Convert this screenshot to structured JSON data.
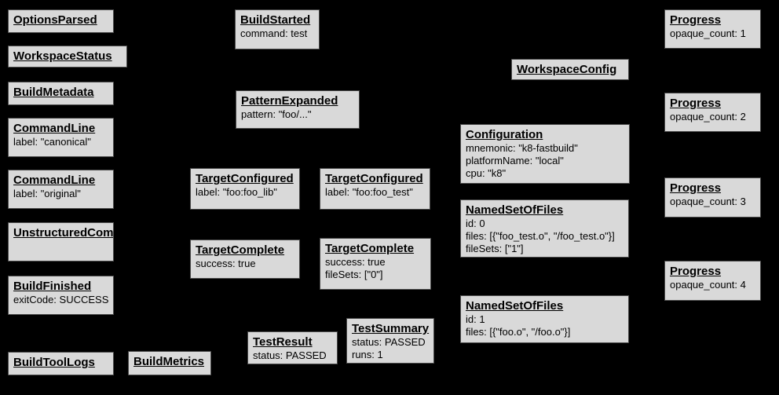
{
  "diagram": {
    "name": "build-event-protocol-graph",
    "colors": {
      "background": "#000000",
      "box_fill": "#d9d9d9",
      "box_border": "#4b4b4b",
      "text": "#000000"
    },
    "boxes": [
      {
        "title": "OptionsParsed",
        "lines": []
      },
      {
        "title": "WorkspaceStatus",
        "lines": []
      },
      {
        "title": "BuildMetadata",
        "lines": []
      },
      {
        "title": "CommandLine",
        "lines": [
          "label: \"canonical\""
        ]
      },
      {
        "title": "CommandLine",
        "lines": [
          "label: \"original\""
        ]
      },
      {
        "title": "UnstructuredCommandLine",
        "lines": []
      },
      {
        "title": "BuildFinished",
        "lines": [
          "exitCode: SUCCESS"
        ]
      },
      {
        "title": "BuildToolLogs",
        "lines": []
      },
      {
        "title": "BuildMetrics",
        "lines": []
      },
      {
        "title": "BuildStarted",
        "lines": [
          "command: test"
        ]
      },
      {
        "title": "PatternExpanded",
        "lines": [
          "pattern: \"foo/...\""
        ]
      },
      {
        "title": "TargetConfigured",
        "lines": [
          "label: \"foo:foo_lib\""
        ]
      },
      {
        "title": "TargetConfigured",
        "lines": [
          "label: \"foo:foo_test\""
        ]
      },
      {
        "title": "TargetComplete",
        "lines": [
          "success: true"
        ]
      },
      {
        "title": "TargetComplete",
        "lines": [
          "success: true",
          "fileSets: [\"0\"]"
        ]
      },
      {
        "title": "TestResult",
        "lines": [
          "status: PASSED"
        ]
      },
      {
        "title": "TestSummary",
        "lines": [
          "status: PASSED",
          "runs: 1"
        ]
      },
      {
        "title": "WorkspaceConfig",
        "lines": []
      },
      {
        "title": "Configuration",
        "lines": [
          "mnemonic: \"k8-fastbuild\"",
          "platformName: \"local\"",
          "cpu: \"k8\""
        ]
      },
      {
        "title": "NamedSetOfFiles",
        "lines": [
          "id: 0",
          "files: [{\"foo_test.o\", \"/foo_test.o\"}]",
          "fileSets: [\"1\"]"
        ]
      },
      {
        "title": "NamedSetOfFiles",
        "lines": [
          "id: 1",
          "files: [{\"foo.o\", \"/foo.o\"}]"
        ]
      },
      {
        "title": "Progress",
        "lines": [
          "opaque_count: 1"
        ]
      },
      {
        "title": "Progress",
        "lines": [
          "opaque_count: 2"
        ]
      },
      {
        "title": "Progress",
        "lines": [
          "opaque_count: 3"
        ]
      },
      {
        "title": "Progress",
        "lines": [
          "opaque_count: 4"
        ]
      }
    ]
  }
}
